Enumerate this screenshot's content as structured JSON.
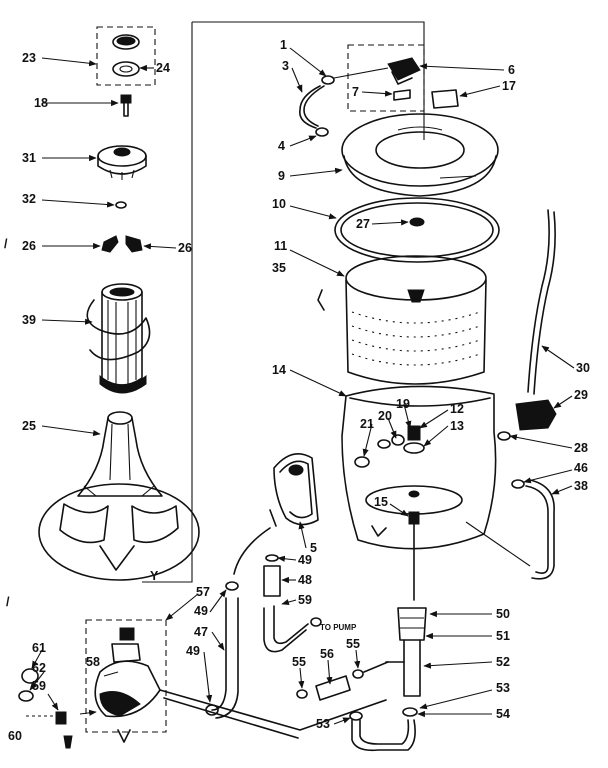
{
  "callouts": [
    "1",
    "3",
    "4",
    "6",
    "7",
    "9",
    "10",
    "11",
    "12",
    "13",
    "14",
    "15",
    "17",
    "18",
    "19",
    "20",
    "21",
    "23",
    "24",
    "25",
    "26",
    "27",
    "28",
    "29",
    "30",
    "31",
    "32",
    "35",
    "38",
    "39",
    "46",
    "47",
    "48",
    "49",
    "50",
    "51",
    "52",
    "53",
    "54",
    "55",
    "56",
    "57",
    "58",
    "59",
    "60",
    "61",
    "62",
    "5"
  ],
  "pump_label": "TO PUMP",
  "marks": {
    "left_tick": "/",
    "bottom_left_tick": "/",
    "bottom_mark": "Y"
  }
}
